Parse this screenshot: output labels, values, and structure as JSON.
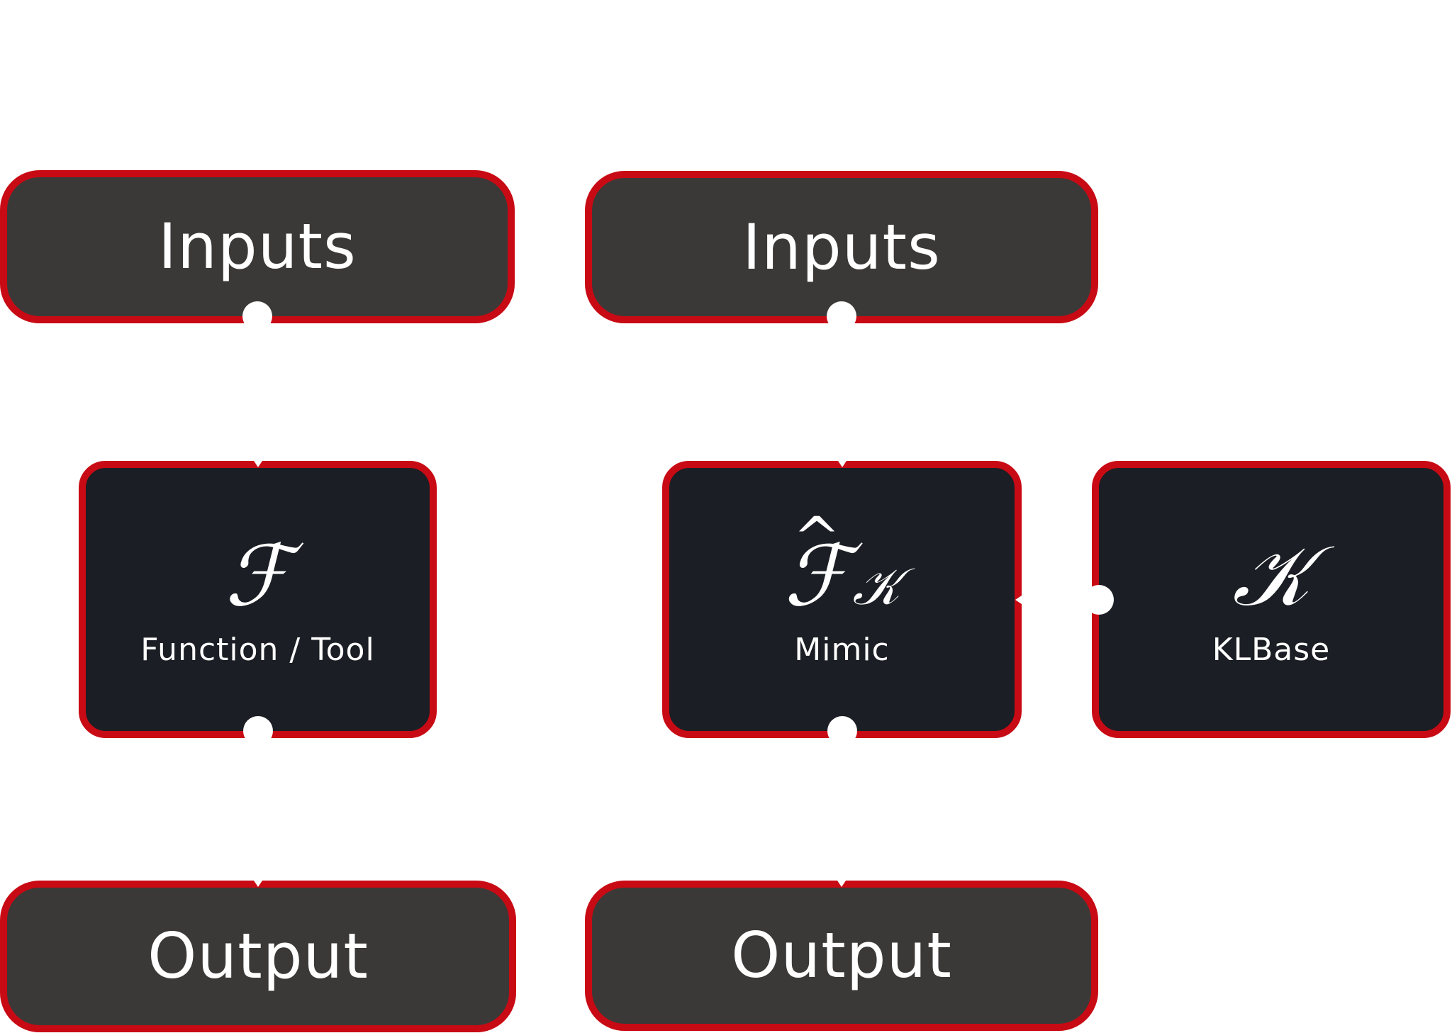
{
  "colors": {
    "border": "#c80a14",
    "io_fill": "#3b3937",
    "process_fill": "#1b1e24",
    "text": "#ffffff",
    "handle": "#ffffff",
    "background": "#ffffff"
  },
  "left_flow": {
    "input": {
      "label": "Inputs"
    },
    "process": {
      "symbol": "ℱ",
      "label": "Function / Tool"
    },
    "output": {
      "label": "Output"
    }
  },
  "right_flow": {
    "input": {
      "label": "Inputs"
    },
    "process": {
      "symbol": "ℱ",
      "hat": "^",
      "subscript": "𝒦",
      "label": "Mimic"
    },
    "knowledge_base": {
      "symbol": "𝒦",
      "label": "KLBase"
    },
    "output": {
      "label": "Output"
    }
  },
  "connections": [
    {
      "from": "left_flow.input",
      "to": "left_flow.process"
    },
    {
      "from": "left_flow.process",
      "to": "left_flow.output"
    },
    {
      "from": "right_flow.input",
      "to": "right_flow.process"
    },
    {
      "from": "right_flow.knowledge_base",
      "to": "right_flow.process"
    },
    {
      "from": "right_flow.process",
      "to": "right_flow.output"
    }
  ]
}
